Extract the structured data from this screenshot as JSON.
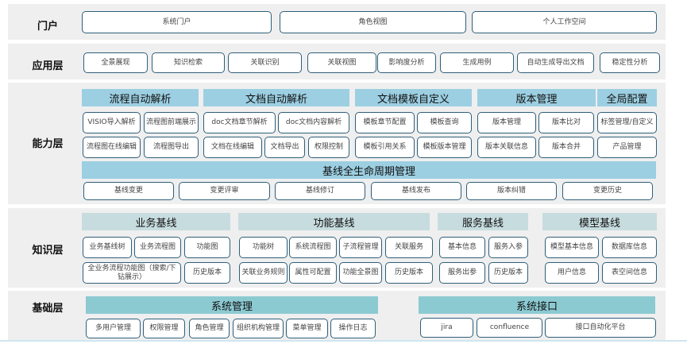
{
  "layers": {
    "portal": {
      "label": "门户",
      "items": [
        "系统门户",
        "角色视图",
        "个人工作空间"
      ]
    },
    "application": {
      "label": "应用层",
      "items": [
        "全景展现",
        "知识检索",
        "关联识别",
        "关联视图",
        "影响度分析",
        "生成用例",
        "自动生成导出文档",
        "稳定性分析"
      ]
    },
    "capability": {
      "label": "能力层",
      "groups": [
        {
          "title": "流程自动解析",
          "items": [
            "VISIO导入解析",
            "流程图前端展示",
            "流程图在线编辑",
            "流程图导出"
          ]
        },
        {
          "title": "文档自动解析",
          "items": [
            "doc文档章节解析",
            "doc文档内容解析",
            "文档在线编辑",
            "文档导出",
            "权限控制"
          ]
        },
        {
          "title": "文档模板自定义",
          "items": [
            "模板章节配置",
            "模板查询",
            "模板引用关系",
            "模板版本管理"
          ]
        },
        {
          "title": "版本管理",
          "items": [
            "版本管理",
            "版本比对",
            "版本关联信息",
            "版本合并"
          ]
        },
        {
          "title": "全局配置",
          "items": [
            "标签管理/自定义",
            "产品管理"
          ]
        }
      ],
      "lifecycle": {
        "title": "基线全生命周期管理",
        "items": [
          "基线变更",
          "变更评审",
          "基线修订",
          "基线发布",
          "版本纠错",
          "变更历史"
        ]
      }
    },
    "knowledge": {
      "label": "知识层",
      "groups": [
        {
          "title": "业务基线",
          "items": [
            "业务基线树",
            "业务流程图",
            "功能图",
            "全业务流程功能图（搜索/下钻展示）",
            "历史版本"
          ]
        },
        {
          "title": "功能基线",
          "items": [
            "功能树",
            "系统流程图",
            "子流程管理",
            "关联服务",
            "关联业务规则",
            "属性可配置",
            "功能全景图",
            "历史版本"
          ]
        },
        {
          "title": "服务基线",
          "items": [
            "基本信息",
            "服务入参",
            "服务出参",
            "历史版本"
          ]
        },
        {
          "title": "模型基线",
          "items": [
            "模型基本信息",
            "数据库信息",
            "用户信息",
            "表空间信息"
          ]
        }
      ]
    },
    "foundation": {
      "label": "基础层",
      "groups": [
        {
          "title": "系统管理",
          "items": [
            "多用户管理",
            "权限管理",
            "角色管理",
            "组织机构管理",
            "菜单管理",
            "操作日志"
          ]
        },
        {
          "title": "系统接口",
          "items": [
            "jira",
            "confluence",
            "接口自动化平台"
          ]
        }
      ]
    }
  },
  "colors": {
    "border": "#2f5f7a",
    "capability_header": "#9ccfe2",
    "knowledge_header": "#c7dcdf",
    "foundation_header": "#8ccad2",
    "band": "#efefef"
  }
}
